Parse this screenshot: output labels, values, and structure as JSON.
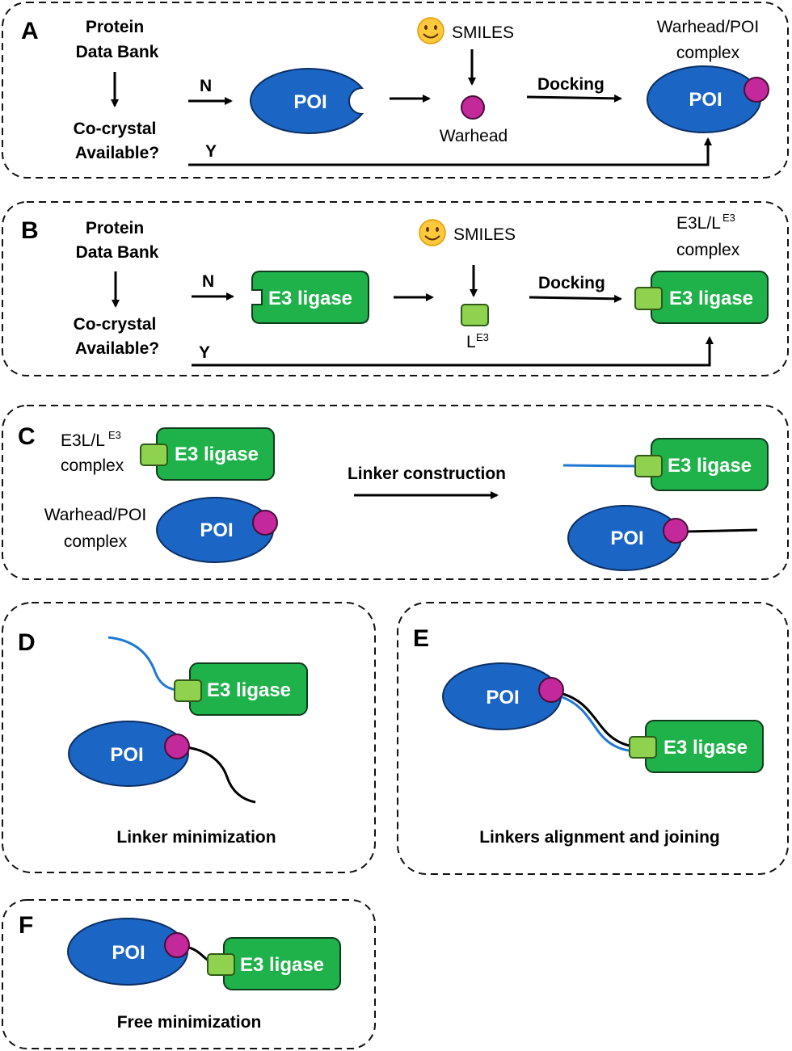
{
  "panels": {
    "a": {
      "label": "A",
      "pdb_line1": "Protein",
      "pdb_line2": "Data Bank",
      "cocrystal_line1": "Co-crystal",
      "cocrystal_line2": "Available?",
      "no": "N",
      "yes": "Y",
      "poi": "POI",
      "smiles": "SMILES",
      "warhead": "Warhead",
      "docking": "Docking",
      "complex_line1": "Warhead/POI",
      "complex_line2": "complex",
      "complex_poi": "POI"
    },
    "b": {
      "label": "B",
      "pdb_line1": "Protein",
      "pdb_line2": "Data Bank",
      "cocrystal_line1": "Co-crystal",
      "cocrystal_line2": "Available?",
      "no": "N",
      "yes": "Y",
      "e3": "E3 ligase",
      "smiles": "SMILES",
      "ligand_base": "L",
      "ligand_sup": "E3",
      "docking": "Docking",
      "complex_base": "E3L/L",
      "complex_sup": "E3",
      "complex_line2": "complex",
      "complex_e3": "E3 ligase"
    },
    "c": {
      "label": "C",
      "e3l_base": "E3L/L",
      "e3l_sup": "E3",
      "e3l_line2": "complex",
      "e3": "E3 ligase",
      "wp_line1": "Warhead/POI",
      "wp_line2": "complex",
      "poi": "POI",
      "arrow_label": "Linker construction",
      "right_e3": "E3 ligase",
      "right_poi": "POI"
    },
    "d": {
      "label": "D",
      "e3": "E3 ligase",
      "poi": "POI",
      "caption": "Linker minimization"
    },
    "e": {
      "label": "E",
      "poi": "POI",
      "e3": "E3 ligase",
      "caption": "Linkers alignment and joining"
    },
    "f": {
      "label": "F",
      "poi": "POI",
      "e3": "E3 ligase",
      "caption": "Free minimization"
    }
  },
  "icons": [
    "smiley-icon",
    "smiley-icon"
  ],
  "colors": {
    "poi": "#1b66c4",
    "e3_ligase": "#1fb24a",
    "ligand": "#8ed24f",
    "warhead": "#c4299b",
    "e3_linker": "#1f78d1",
    "poi_linker": "#000000"
  }
}
